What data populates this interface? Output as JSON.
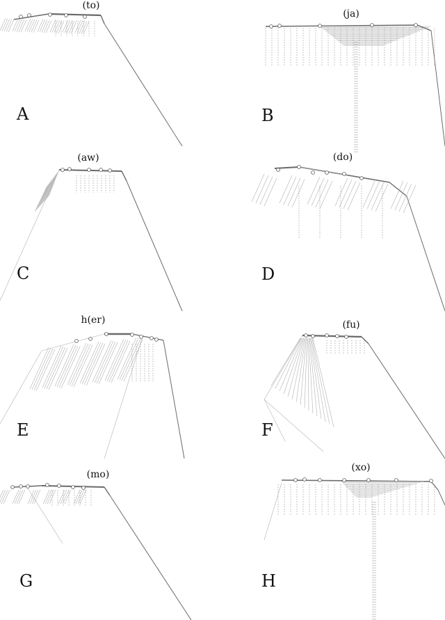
{
  "panels": [
    {
      "id": "A",
      "title": "(to)",
      "label": "A"
    },
    {
      "id": "B",
      "title": "(ja)",
      "label": "B"
    },
    {
      "id": "C",
      "title": "(aw)",
      "label": "C"
    },
    {
      "id": "D",
      "title": "(do)",
      "label": "D"
    },
    {
      "id": "E",
      "title": "h(er)",
      "label": "E"
    },
    {
      "id": "F",
      "title": "(fu)",
      "label": "F"
    },
    {
      "id": "G",
      "title": "(mo)",
      "label": "G"
    },
    {
      "id": "H",
      "title": "(xo)",
      "label": "H"
    }
  ]
}
